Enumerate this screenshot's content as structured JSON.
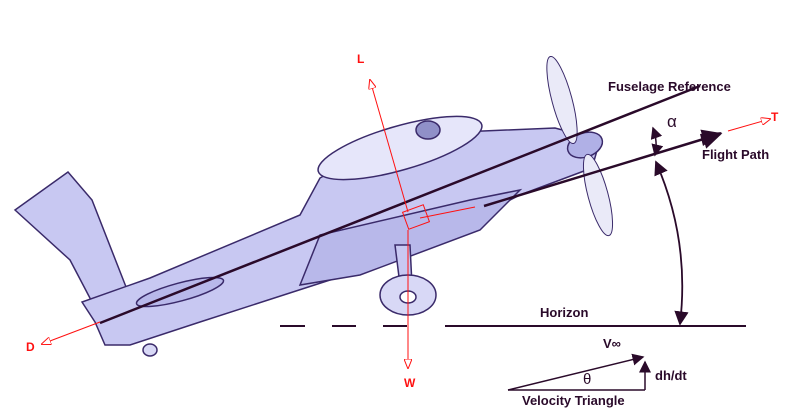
{
  "labels": {
    "fuselage_reference": "Fuselage Reference",
    "flight_path": "Flight Path",
    "alpha": "α",
    "horizon": "Horizon",
    "lift": "L",
    "weight": "W",
    "drag": "D",
    "thrust": "T",
    "v_inf": "V∞",
    "theta": "θ",
    "dh_dt": "dh/dt",
    "velocity_triangle": "Velocity Triangle"
  },
  "colors": {
    "ink": "#2a0a2a",
    "force": "#ff1010",
    "plane_fill": "#c8c8f2",
    "plane_outline": "#3a2a6a"
  }
}
